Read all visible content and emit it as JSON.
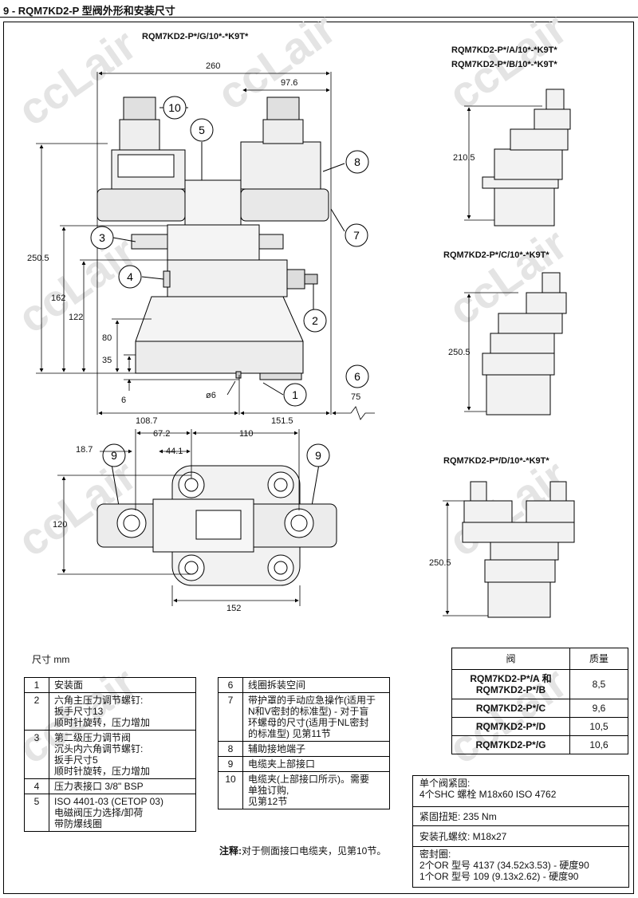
{
  "header": {
    "title": "9 - RQM7KD2-P 型阀外形和安装尺寸"
  },
  "views": {
    "main": "RQM7KD2-P*/G/10*-*K9T*",
    "ab_1": "RQM7KD2-P*/A/10*-*K9T*",
    "ab_2": "RQM7KD2-P*/B/10*-*K9T*",
    "c": "RQM7KD2-P*/C/10*-*K9T*",
    "d": "RQM7KD2-P*/D/10*-*K9T*"
  },
  "dims": {
    "d260": "260",
    "d97_6": "97.6",
    "d250_5": "250.5",
    "d162": "162",
    "d122": "122",
    "d80": "80",
    "d35": "35",
    "d6": "6",
    "phi6": "ø6",
    "d75": "75",
    "d108_7": "108.7",
    "d151_5": "151.5",
    "d67_2": "67.2",
    "d110": "110",
    "d18_7": "18.7",
    "d44_1": "44.1",
    "d120": "120",
    "d152": "152",
    "d210_5": "210.5",
    "d250_5_c": "250.5",
    "d250_5_d": "250.5"
  },
  "balloons": [
    "1",
    "2",
    "3",
    "4",
    "5",
    "6",
    "7",
    "8",
    "9",
    "9",
    "10"
  ],
  "unit_note": "尺寸 mm",
  "legend_left": [
    {
      "n": "1",
      "lines": [
        "安装面"
      ]
    },
    {
      "n": "2",
      "lines": [
        "六角主压力调节螺钉:",
        "扳手尺寸13",
        "顺时针旋转，压力增加"
      ]
    },
    {
      "n": "3",
      "lines": [
        "第二级压力调节阀",
        "沉头内六角调节螺钉:",
        "扳手尺寸5",
        "顺时针旋转，压力增加"
      ]
    },
    {
      "n": "4",
      "lines": [
        "压力表接口 3/8\" BSP"
      ]
    },
    {
      "n": "5",
      "lines": [
        "ISO 4401-03 (CETOP 03)",
        "电磁阀压力选择/卸荷",
        "带防爆线圈"
      ]
    }
  ],
  "legend_right": [
    {
      "n": "6",
      "lines": [
        "线圈拆装空间"
      ]
    },
    {
      "n": "7",
      "lines": [
        "带护罩的手动应急操作(适用于",
        "N和V密封的标准型) - 对于盲",
        "环螺母的尺寸(适用于NL密封",
        "的标准型) 见第11节"
      ]
    },
    {
      "n": "8",
      "lines": [
        "辅助接地端子"
      ]
    },
    {
      "n": "9",
      "lines": [
        "电缆夹上部接口"
      ]
    },
    {
      "n": "10",
      "lines": [
        "电缆夹(上部接口所示)。需要",
        "单独订购,",
        "见第12节"
      ]
    }
  ],
  "note": {
    "label": "注释:",
    "text": "对于侧面接口电缆夹，见第10节。"
  },
  "mass_table": {
    "headers": [
      "阀",
      "质量"
    ],
    "rows": [
      {
        "valve": "RQM7KD2-P*/A 和 RQM7KD2-P*/B",
        "mass": "8,5"
      },
      {
        "valve": "RQM7KD2-P*/C",
        "mass": "9,6"
      },
      {
        "valve": "RQM7KD2-P*/D",
        "mass": "10,5"
      },
      {
        "valve": "RQM7KD2-P*/G",
        "mass": "10,6"
      }
    ]
  },
  "info": {
    "bolts_title": "单个阀紧固:",
    "bolts": "4个SHC 螺栓 M18x60 ISO 4762",
    "torque": "紧固扭矩:   235 Nm",
    "thread": "安装孔螺纹:  M18x27",
    "seals_title": "密封圈:",
    "seal1": "2个OR 型号 4137 (34.52x3.53) - 硬度90",
    "seal2": "1个OR 型号 109 (9.13x2.62) - 硬度90"
  },
  "watermark": "ccLair"
}
